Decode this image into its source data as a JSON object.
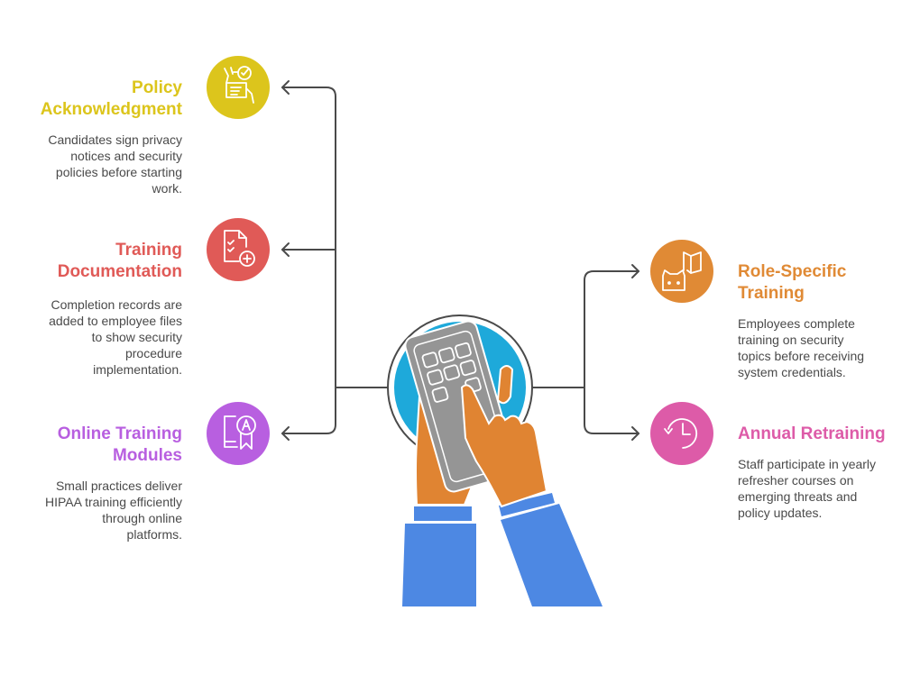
{
  "items": [
    {
      "title": "Policy Acknowledgment",
      "title_lines": [
        "Policy",
        "Acknowledgment"
      ],
      "description": "Candidates sign privacy notices and security policies before starting work.",
      "desc_lines": [
        "Candidates sign privacy",
        "notices and security",
        "policies before starting",
        "work."
      ],
      "color": "#DCC51C",
      "icon": "policy-document-check-icon"
    },
    {
      "title": "Training Documentation",
      "title_lines": [
        "Training",
        "Documentation"
      ],
      "description": "Completion records are added to employee files to show security procedure implementation.",
      "desc_lines": [
        "Completion records are",
        "added to employee files",
        "to show security",
        "procedure",
        "implementation."
      ],
      "color": "#E05A57",
      "icon": "document-add-icon"
    },
    {
      "title": "Online Training Modules",
      "title_lines": [
        "Online Training",
        "Modules"
      ],
      "description": "Small practices deliver HIPAA training efficiently through online platforms.",
      "desc_lines": [
        "Small practices deliver",
        "HIPAA training efficiently",
        "through online",
        "platforms."
      ],
      "color": "#B85FE0",
      "icon": "certificate-badge-icon"
    },
    {
      "title": "Role-Specific Training",
      "title_lines": [
        "Role-Specific",
        "Training"
      ],
      "description": "Employees complete training on security topics before receiving system credentials.",
      "desc_lines": [
        "Employees complete",
        "training on security",
        "topics before receiving",
        "system credentials."
      ],
      "color": "#E08A35",
      "icon": "robot-book-icon"
    },
    {
      "title": "Annual Retraining",
      "title_lines": [
        "Annual Retraining"
      ],
      "description": "Staff participate in yearly refresher courses on emerging threats and policy updates.",
      "desc_lines": [
        "Staff participate in yearly",
        "refresher courses on",
        "emerging threats and",
        "policy updates."
      ],
      "color": "#DD5BA8",
      "icon": "clock-history-icon"
    }
  ],
  "hero": {
    "icon": "hands-keypad-icon",
    "circle_color": "#1EA9DA",
    "skin_color": "#E08432",
    "sleeve_color": "#4D88E3",
    "device_color": "#959595"
  },
  "connector_color": "#4a4a4a"
}
